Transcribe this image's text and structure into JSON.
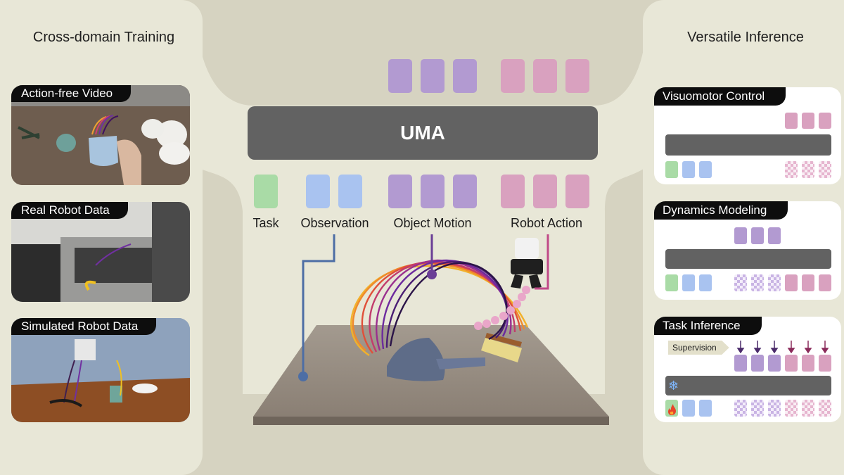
{
  "training": {
    "title": "Cross-domain Training",
    "clips": [
      {
        "label": "Action-free Video"
      },
      {
        "label": "Real Robot Data"
      },
      {
        "label": "Simulated Robot Data"
      }
    ]
  },
  "model": {
    "name": "UMA",
    "categories": [
      "Task",
      "Observation",
      "Object Motion",
      "Robot Action"
    ]
  },
  "inference": {
    "title": "Versatile Inference",
    "cards": [
      {
        "label": "Visuomotor Control"
      },
      {
        "label": "Dynamics Modeling"
      },
      {
        "label": "Task Inference",
        "supervision": "Supervision"
      }
    ]
  },
  "colors": {
    "task": "#a9dba6",
    "observation": "#a9c3f0",
    "object_motion": "#b29ad1",
    "robot_action": "#d9a1bf",
    "model_bar": "#626262",
    "panel_bg": "#e8e7d7"
  }
}
